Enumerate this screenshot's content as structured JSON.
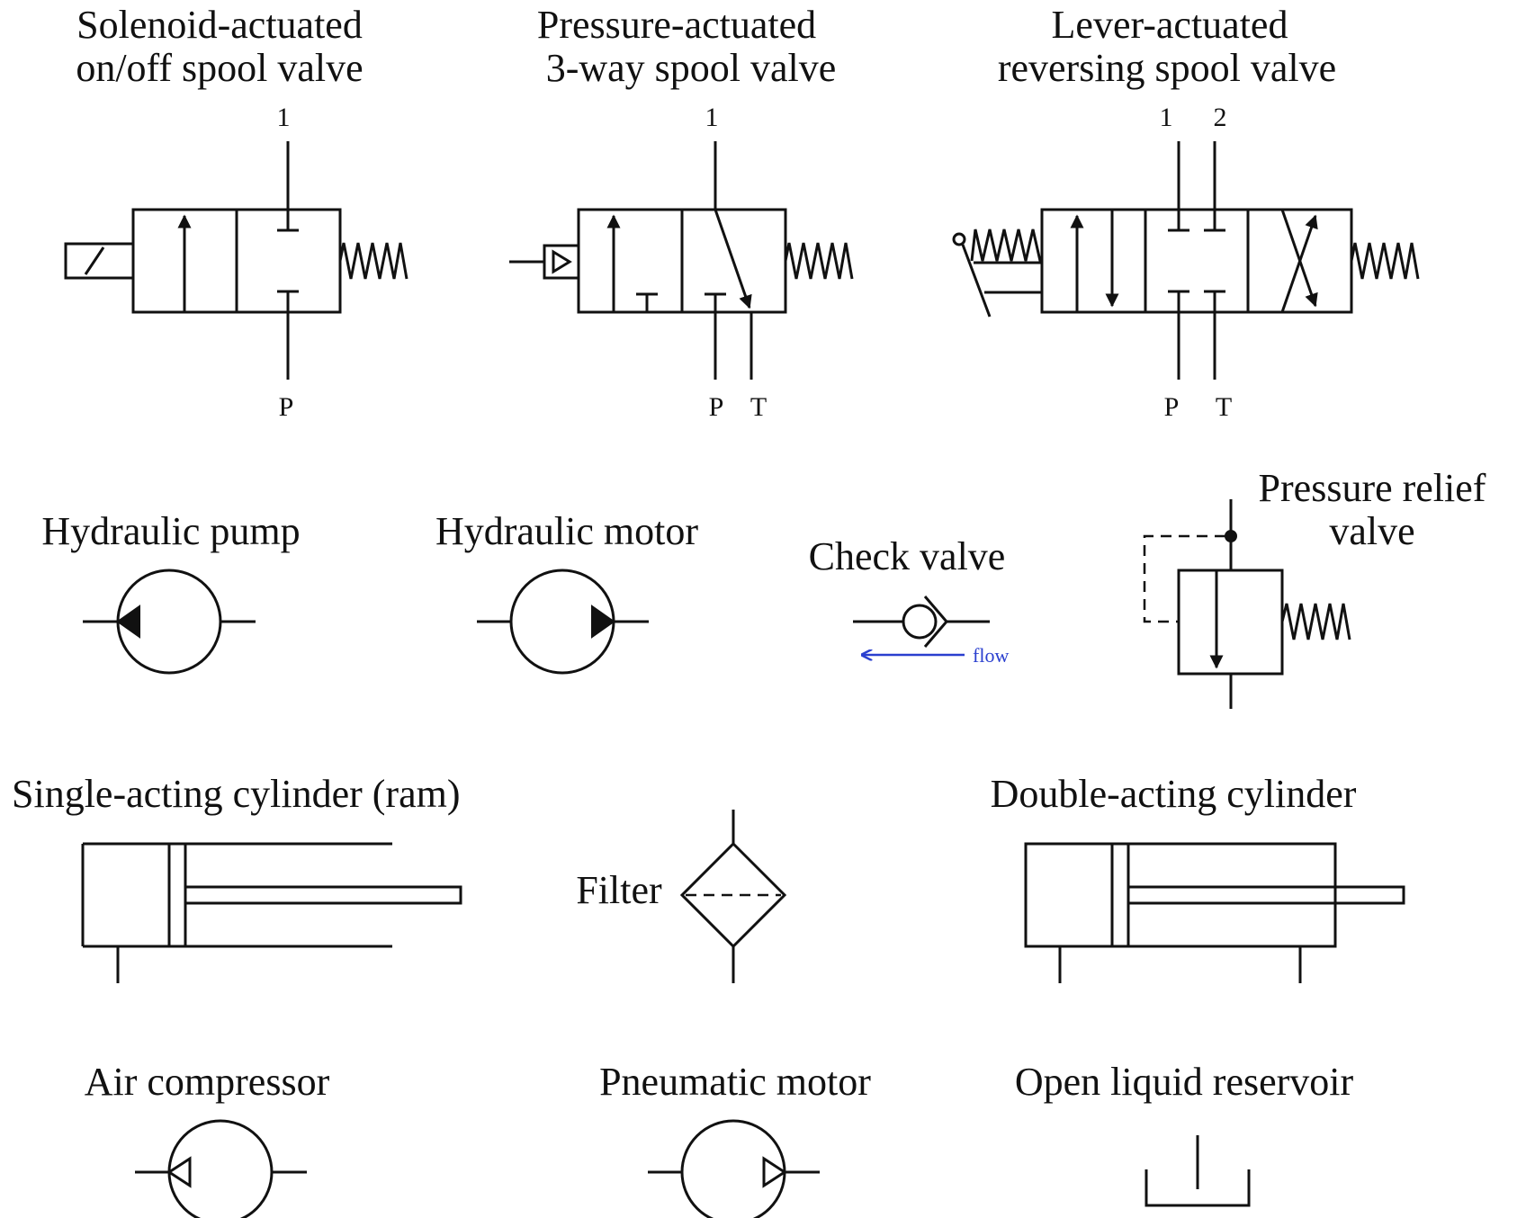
{
  "symbols": {
    "solenoid_valve": {
      "title_l1": "Solenoid-actuated",
      "title_l2": "on/off spool valve",
      "port_top": "1",
      "port_bottom": "P"
    },
    "pressure_valve": {
      "title_l1": "Pressure-actuated",
      "title_l2": "3-way spool valve",
      "port_top": "1",
      "port_p": "P",
      "port_t": "T"
    },
    "lever_valve": {
      "title_l1": "Lever-actuated",
      "title_l2": "reversing spool valve",
      "port_1": "1",
      "port_2": "2",
      "port_p": "P",
      "port_t": "T"
    },
    "hydraulic_pump": {
      "title": "Hydraulic pump"
    },
    "hydraulic_motor": {
      "title": "Hydraulic motor"
    },
    "check_valve": {
      "title": "Check valve",
      "flow_label": "flow",
      "flow_color": "#2a3fcf"
    },
    "relief_valve": {
      "title_l1": "Pressure relief",
      "title_l2": "valve"
    },
    "single_cylinder": {
      "title": "Single-acting cylinder (ram)"
    },
    "filter": {
      "title": "Filter"
    },
    "double_cylinder": {
      "title": "Double-acting cylinder"
    },
    "air_compressor": {
      "title": "Air compressor"
    },
    "pneumatic_motor": {
      "title": "Pneumatic motor"
    },
    "reservoir": {
      "title": "Open liquid reservoir"
    }
  }
}
